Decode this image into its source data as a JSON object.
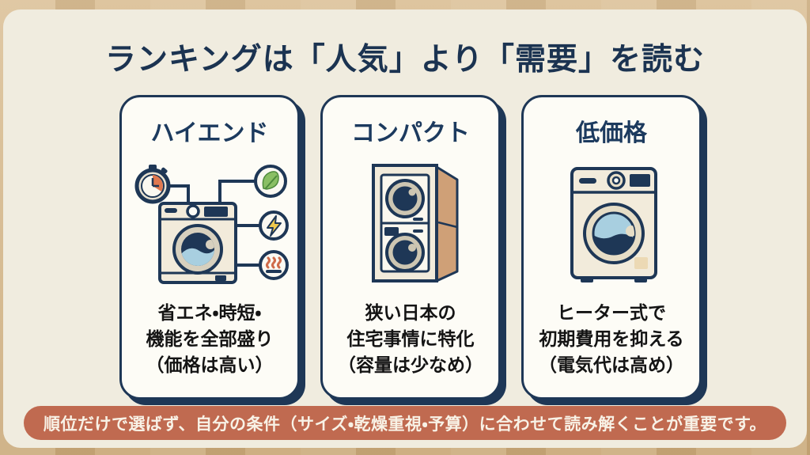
{
  "header": {
    "title": "ランキングは「人気」より「需要」を読む"
  },
  "cards": [
    {
      "title": "ハイエンド",
      "illustration": "front-load-washer-with-feature-icons",
      "feature_icons": [
        "stopwatch-icon",
        "leaf-icon",
        "lightning-icon",
        "heat-icon"
      ],
      "description_lines": [
        "省エネ・時短・",
        "機能を全部盛り",
        "（価格は高い）"
      ]
    },
    {
      "title": "コンパクト",
      "illustration": "stacked-washer-dryer-in-cabinet",
      "feature_icons": [],
      "description_lines": [
        "狭い日本の",
        "住宅事情に特化",
        "（容量は少なめ）"
      ]
    },
    {
      "title": "低価格",
      "illustration": "basic-front-load-washer",
      "feature_icons": [],
      "description_lines": [
        "ヒーター式で",
        "初期費用を抑える",
        "（電気代は高め）"
      ]
    }
  ],
  "footer": {
    "note": "順位だけで選ばず、自分の条件（サイズ・乾燥重視・予算）に合わせて読み解くことが重要です。"
  },
  "colors": {
    "navy": "#1e3756",
    "panel_cream": "#f0ecdf",
    "card_white": "#fdfcf6",
    "wood": "#d5b88c",
    "banner_bg": "#c06a50",
    "banner_text": "#f8f2e6",
    "stopwatch_orange": "#e0784f",
    "leaf_green": "#8abf64",
    "bolt_yellow": "#eec94d",
    "heat_orange": "#cf6b4a",
    "drum_blue": "#a8cfe0",
    "door_tan": "#cfa077"
  }
}
